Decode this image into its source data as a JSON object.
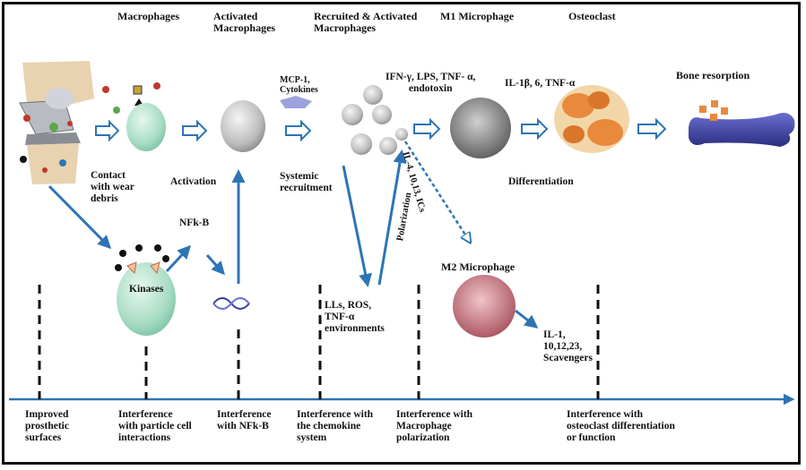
{
  "stages": {
    "macrophages": "Macrophages",
    "activated": "Activated\nMacrophages",
    "recruited": "Recruited & Activated\nMacrophages",
    "m1": "M1 Microphage",
    "osteoclast": "Osteoclast",
    "bone": "Bone resorption",
    "m2": "M2 Microphage"
  },
  "labels": {
    "contact": "Contact\nwith wear\ndebris",
    "activation": "Activation",
    "mcp": "MCP-1,\nCytokines",
    "systemic": "Systemic\nrecruitment",
    "ifn": "IFN-γ, LPS, TNF- α,\nendotoxin",
    "il1b": "IL-1β, 6, TNF-α",
    "differentiation": "Differentiation",
    "nfkb": "NFk-B",
    "kinases": "Kinases",
    "lls": "LLs, ROS,\nTNF-α\nenvironments",
    "polarization": "Polarization",
    "il4": "IL-4, 10,13, ICs",
    "il1": "IL-1,\n10,12,23,\nScavengers"
  },
  "interventions": [
    "Improved\nprosthetic\nsurfaces",
    "Interference\nwith particle cell\ninteractions",
    "Interference\nwith NFk-B",
    "Interference with\nthe chemokine\nsystem",
    "Interference with\nMacrophage\npolarization",
    "Interference with\nosteoclast differentiation\nor function"
  ],
  "colors": {
    "arrow": "#2e74b5",
    "cell_green": "#a8dcc4",
    "m2_pink": "#c0707a",
    "osteoclast_orange": "#e8893c",
    "bone_blue": "#3b3f9c"
  }
}
